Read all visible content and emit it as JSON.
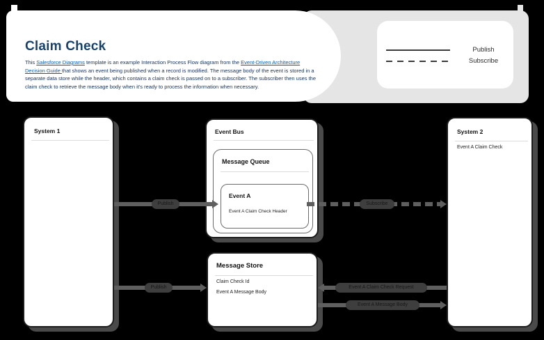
{
  "header": {
    "title": "Claim Check",
    "description": {
      "seg1": "This ",
      "link1": "Salesforce Diagrams",
      "seg2": " template is an example Interaction Process Flow diagram from the ",
      "link2": "Event-Driven Architecture Decision Guide ",
      "seg3": "that shows an event being published when a record is modified.  The message body of the event is stored in a separate data store while the header, which contains a claim check is passed on to a subscriber.  The subscriber then uses the claim check to retrieve the message body when it's ready to process the information when necessary."
    }
  },
  "legend": {
    "publish": "Publish",
    "subscribe": "Subscribe"
  },
  "nodes": {
    "system1": {
      "title": "System 1"
    },
    "event_bus": {
      "title": "Event Bus"
    },
    "message_queue": {
      "title": "Message Queue"
    },
    "event_a": {
      "title": "Event A",
      "body": "Event A Claim Check Header"
    },
    "message_store": {
      "title": "Message Store",
      "row1": "Claim Check Id",
      "row2": "Event A Message Body"
    },
    "system2": {
      "title": "System 2",
      "body": "Event A Claim Check"
    }
  },
  "connectors": {
    "publish_top": {
      "label": "Publish",
      "line": "solid",
      "direction": "right"
    },
    "subscribe": {
      "label": "Subscribe",
      "line": "dashed",
      "direction": "right"
    },
    "publish_bottom": {
      "label": "Publish",
      "line": "solid",
      "direction": "right"
    },
    "claim_check_request": {
      "label": "Event A Claim Check Request",
      "line": "solid",
      "direction": "left"
    },
    "message_body": {
      "label": "Event A Message Body",
      "line": "solid",
      "direction": "right"
    }
  },
  "colors": {
    "accent_blue": "#0b5cab",
    "heading_navy": "#16325c",
    "banner_gray": "#e5e5e6",
    "connector_gray": "#5f5f5f",
    "label_pill_gray": "#3e3e3e",
    "box_border": "#1c1c1c"
  }
}
